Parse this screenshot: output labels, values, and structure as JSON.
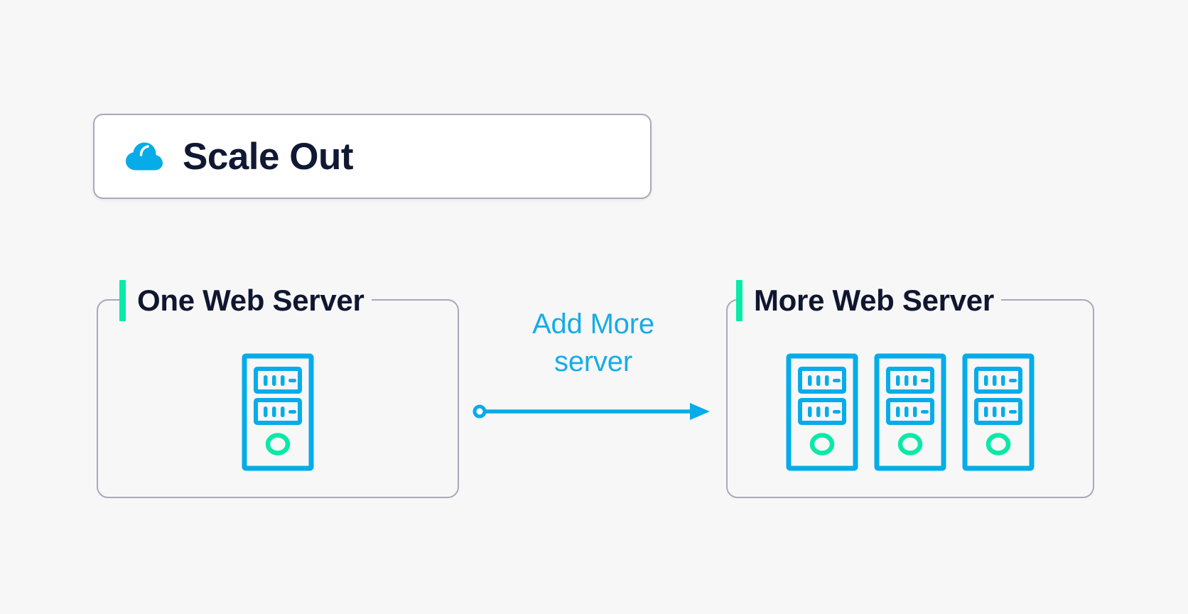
{
  "page": {
    "background_color": "#f7f7f8"
  },
  "header": {
    "title": "Scale Out",
    "icon": "cloud-icon",
    "icon_color": "#06ace8",
    "title_color": "#101833",
    "card_background": "#ffffff",
    "border_color": "#aaa8ba"
  },
  "colors": {
    "accent_blue": "#06ace8",
    "accent_green": "#0ae9a8",
    "text_dark": "#0f1730",
    "border_gray": "#aaa8ba",
    "label_blue": "#17ace6"
  },
  "panels": [
    {
      "id": "one-web-server",
      "title": "One Web Server",
      "accent_color": "#0ae9a8",
      "server_count": 1,
      "servers": [
        {
          "icon": "server-icon",
          "status_led": "online",
          "led_color": "#0ae9a8",
          "bays": 2
        }
      ]
    },
    {
      "id": "more-web-server",
      "title": "More Web Server",
      "accent_color": "#0ae9a8",
      "server_count": 3,
      "servers": [
        {
          "icon": "server-icon",
          "status_led": "online",
          "led_color": "#0ae9a8",
          "bays": 2
        },
        {
          "icon": "server-icon",
          "status_led": "online",
          "led_color": "#0ae9a8",
          "bays": 2
        },
        {
          "icon": "server-icon",
          "status_led": "online",
          "led_color": "#0ae9a8",
          "bays": 2
        }
      ]
    }
  ],
  "connector": {
    "label_line1": "Add More",
    "label_line2": "server",
    "label_color": "#17ace6",
    "direction": "left-to-right",
    "start_marker": "circle-outline",
    "end_marker": "arrowhead",
    "line_color": "#06ace8"
  }
}
